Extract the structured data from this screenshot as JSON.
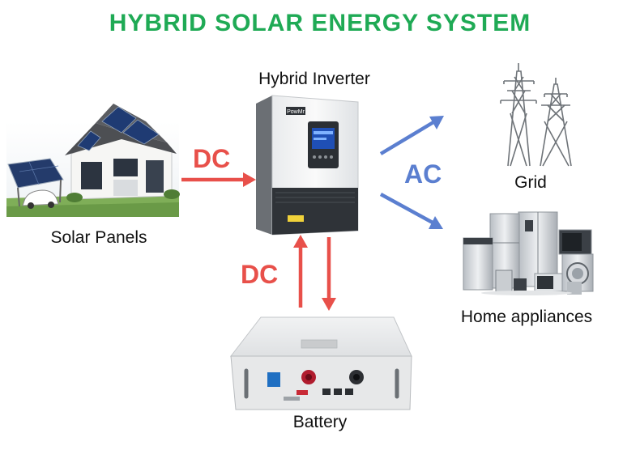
{
  "title": "HYBRID SOLAR ENERGY SYSTEM",
  "nodes": {
    "inverter": "Hybrid Inverter",
    "solar": "Solar Panels",
    "grid": "Grid",
    "appliances": "Home appliances",
    "battery": "Battery"
  },
  "flows": {
    "solar_to_inverter": "DC",
    "inverter_battery": "DC",
    "inverter_output": "AC"
  },
  "inverter_brand": "PowMr",
  "colors": {
    "title": "#1faa55",
    "dc": "#e8504a",
    "ac": "#5b7fd0"
  }
}
